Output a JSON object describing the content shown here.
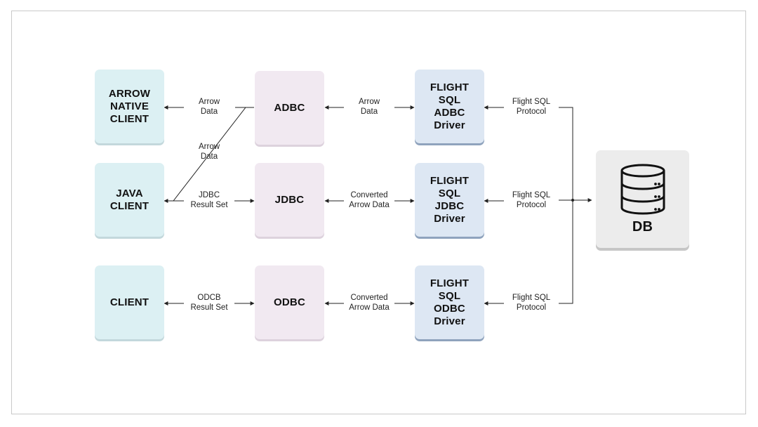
{
  "clients": {
    "arrow_native": "ARROW\nNATIVE\nCLIENT",
    "java": "JAVA\nCLIENT",
    "generic": "CLIENT"
  },
  "apis": {
    "adbc": "ADBC",
    "jdbc": "JDBC",
    "odbc": "ODBC"
  },
  "drivers": {
    "adbc": "FLIGHT\nSQL\nADBC\nDriver",
    "jdbc": "FLIGHT\nSQL\nJDBC\nDriver",
    "odbc": "FLIGHT\nSQL\nODBC\nDriver"
  },
  "database": {
    "label": "DB",
    "icon": "database-icon"
  },
  "edges": {
    "arrow_data_1": "Arrow\nData",
    "arrow_data_2": "Arrow\nData",
    "arrow_data_3": "Arrow\nData",
    "jdbc_result_set": "JDBC\nResult Set",
    "odcb_result_set": "ODCB\nResult Set",
    "converted_arrow_data_1": "Converted\nArrow Data",
    "converted_arrow_data_2": "Converted\nArrow Data",
    "flight_sql_protocol_1": "Flight SQL\nProtocol",
    "flight_sql_protocol_2": "Flight SQL\nProtocol",
    "flight_sql_protocol_3": "Flight SQL\nProtocol"
  },
  "colors": {
    "client_fill": "#dcf0f3",
    "api_fill": "#f1e9f1",
    "driver_fill": "#dde7f3",
    "db_fill": "#ececec",
    "line": "#222222"
  }
}
